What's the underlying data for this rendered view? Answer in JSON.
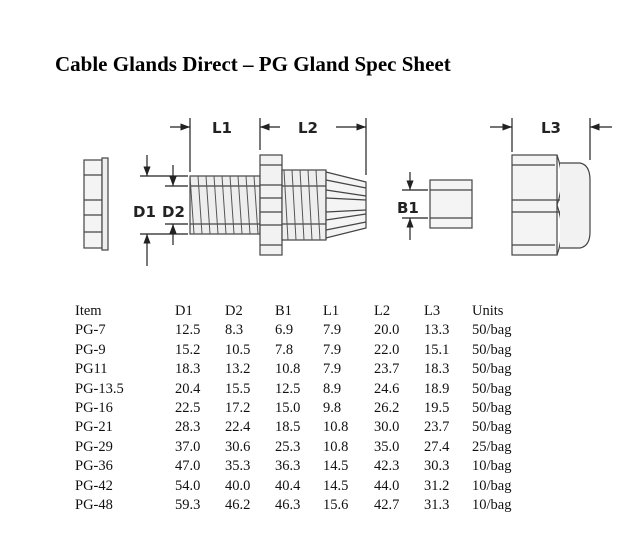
{
  "title": "Cable Glands Direct – PG Gland Spec Sheet",
  "diagram": {
    "labels": {
      "l1": "L1",
      "l2": "L2",
      "l3": "L3",
      "d1": "D1",
      "d2": "D2",
      "b1": "B1"
    }
  },
  "table": {
    "headers": [
      "Item",
      "D1",
      "D2",
      "B1",
      "L1",
      "L2",
      "L3",
      "Units"
    ],
    "rows": [
      [
        "PG-7",
        "12.5",
        "8.3",
        "6.9",
        "7.9",
        "20.0",
        "13.3",
        "50/bag"
      ],
      [
        "PG-9",
        "15.2",
        "10.5",
        "7.8",
        "7.9",
        "22.0",
        "15.1",
        "50/bag"
      ],
      [
        "PG11",
        "18.3",
        "13.2",
        "10.8",
        "7.9",
        "23.7",
        "18.3",
        "50/bag"
      ],
      [
        "PG-13.5",
        "20.4",
        "15.5",
        "12.5",
        "8.9",
        "24.6",
        "18.9",
        "50/bag"
      ],
      [
        "PG-16",
        "22.5",
        "17.2",
        "15.0",
        "9.8",
        "26.2",
        "19.5",
        "50/bag"
      ],
      [
        "PG-21",
        "28.3",
        "22.4",
        "18.5",
        "10.8",
        "30.0",
        "23.7",
        "50/bag"
      ],
      [
        "PG-29",
        "37.0",
        "30.6",
        "25.3",
        "10.8",
        "35.0",
        "27.4",
        "25/bag"
      ],
      [
        "PG-36",
        "47.0",
        "35.3",
        "36.3",
        "14.5",
        "42.3",
        "30.3",
        "10/bag"
      ],
      [
        "PG-42",
        "54.0",
        "40.0",
        "40.4",
        "14.5",
        "44.0",
        "31.2",
        "10/bag"
      ],
      [
        "PG-48",
        "59.3",
        "46.2",
        "46.3",
        "15.6",
        "42.7",
        "31.3",
        "10/bag"
      ]
    ]
  }
}
